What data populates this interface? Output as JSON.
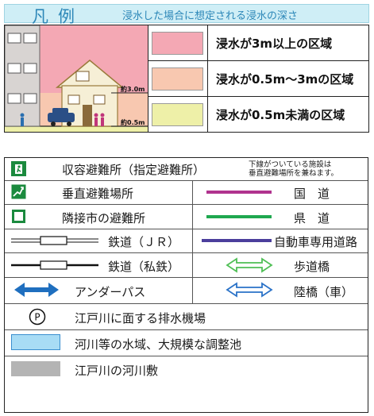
{
  "flood_legend": {
    "title": "凡例",
    "subtitle": "浸水した場合に想定される浸水の深さ",
    "depth_markers": {
      "upper": "約3.0m",
      "lower": "約0.5m"
    },
    "rows": [
      {
        "label": "浸水が3m以上の区域",
        "color": "#f4a8b4"
      },
      {
        "label": "浸水が0.5m～3mの区域",
        "color": "#f8c8b0"
      },
      {
        "label": "浸水が0.5m未満の区域",
        "color": "#eef0a8"
      }
    ]
  },
  "facility_legend": {
    "shelter": {
      "label": "収容避難所（指定避難所）",
      "note_line1": "下線がついている施設は",
      "note_line2": "垂直避難場所を兼ねます。",
      "icon": "evacuation-shelter-icon"
    },
    "vertical": {
      "label": "垂直避難場所",
      "icon": "vertical-evacuation-icon"
    },
    "national_road": {
      "label": "国　道",
      "color": "#b0338e"
    },
    "neighbor": {
      "label": "隣接市の避難所",
      "icon": "square-outline-icon"
    },
    "prefectural_road": {
      "label": "県　道",
      "color": "#1fa84f"
    },
    "railway_jr": {
      "label": "鉄道（ＪＲ）"
    },
    "expressway": {
      "label": "自動車専用道路",
      "color": "#4b3e9c"
    },
    "railway_private": {
      "label": "鉄道（私鉄）"
    },
    "footbridge": {
      "label": "歩道橋",
      "color": "#4fbf55"
    },
    "underpass": {
      "label": "アンダーパス",
      "color": "#1f6fbf"
    },
    "overpass": {
      "label": "陸橋（車）",
      "color": "#2a72c8"
    },
    "pump": {
      "label": "江戸川に面する排水機場",
      "icon": "circled-p-icon"
    },
    "water": {
      "label": "河川等の水域、大規模な調整池",
      "color": "#a8dcf5"
    },
    "riverbed": {
      "label": "江戸川の河川敷",
      "color": "#b4b4b4"
    }
  }
}
